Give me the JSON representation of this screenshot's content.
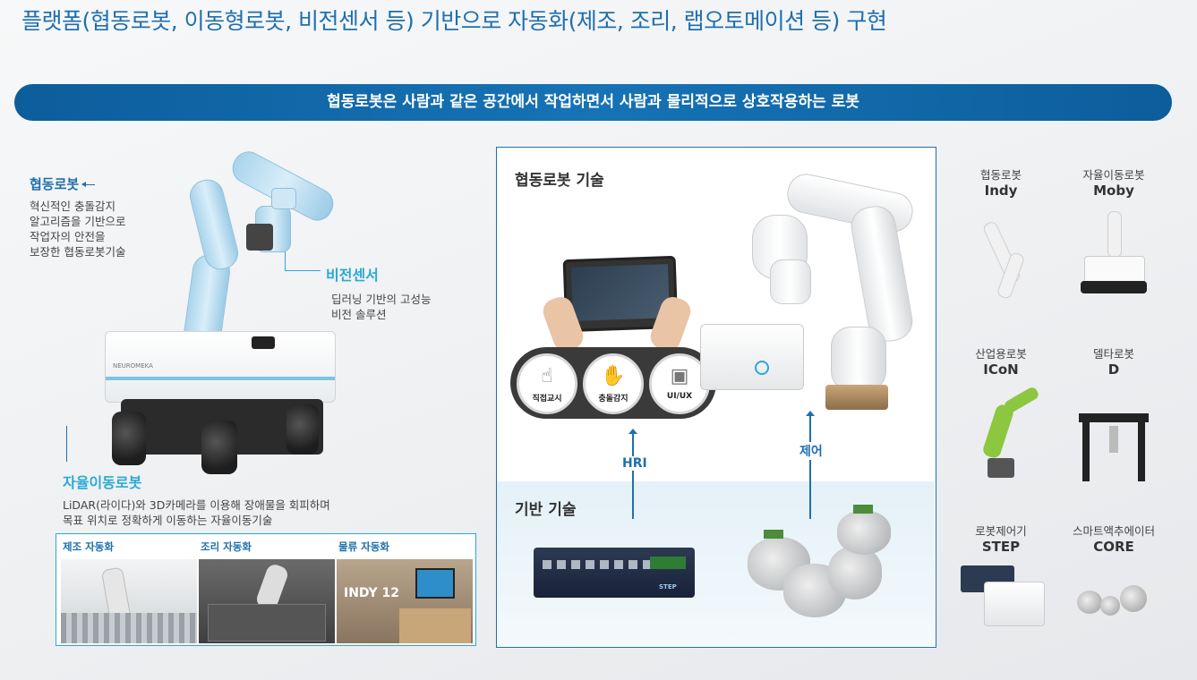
{
  "title": "플랫폼(협동로봇, 이동형로봇, 비전센서 등) 기반으로 자동화(제조, 조리, 랩오토메이션 등) 구현",
  "banner": "협동로봇은 사람과 같은 공간에서 작업하면서 사람과 물리적으로 상호작용하는 로봇",
  "left": {
    "cobot_label": "협동로봇",
    "cobot_desc": "혁신적인 충돌감지\n알고리즘을 기반으로\n작업자의 안전을\n보장한 협동로봇기술",
    "vision_label": "비전센서",
    "vision_desc": "딥러닝 기반의 고성능\n비전 솔루션",
    "amr_label": "자율이동로봇",
    "amr_desc": "LiDAR(라이다)와 3D카메라를 이용해 장애물을 회피하며\n목표 위치로 정확하게 이동하는 자율이동기술",
    "robot_brand": "NEUROMEKA"
  },
  "automation": {
    "items": [
      {
        "label": "제조 자동화"
      },
      {
        "label": "조리 자동화"
      },
      {
        "label": "물류 자동화"
      }
    ],
    "photo3_text": "INDY 12"
  },
  "center": {
    "tech_title": "협동로봇 기술",
    "base_title": "기반 기술",
    "icons": [
      {
        "label": "직접교시",
        "icon": "hand-teach-icon"
      },
      {
        "label": "충돌감지",
        "icon": "collision-icon"
      },
      {
        "label": "UI/UX",
        "icon": "touch-screen-icon"
      }
    ],
    "hri": "HRI",
    "control": "제어",
    "controller_brand": "STEP"
  },
  "right": {
    "products": [
      {
        "caption": "협동로봇",
        "name": "Indy"
      },
      {
        "caption": "자율이동로봇",
        "name": "Moby"
      },
      {
        "caption": "산업용로봇",
        "name": "ICoN"
      },
      {
        "caption": "델타로봇",
        "name": "D"
      },
      {
        "caption": "로봇제어기",
        "name": "STEP"
      },
      {
        "caption": "스마트액추에이터",
        "name": "CORE"
      }
    ]
  },
  "colors": {
    "accent": "#1f6fae",
    "cyan": "#2aa9d6",
    "icon_green": "#7fc241"
  }
}
